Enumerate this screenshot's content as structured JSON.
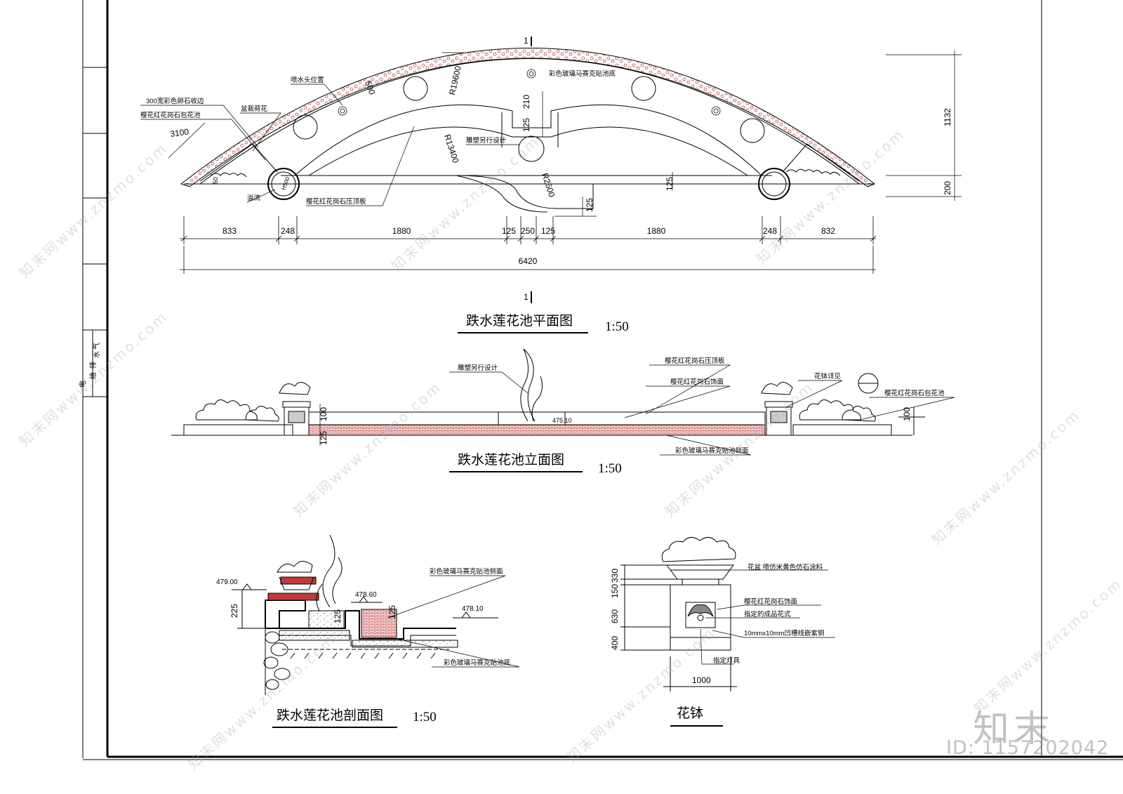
{
  "plan": {
    "title": "跌水莲花池平面图",
    "scale": "1:50",
    "section_mark": "1",
    "dims_row": [
      "833",
      "248",
      "1880",
      "125",
      "250",
      "125",
      "1880",
      "248",
      "832"
    ],
    "total": "6420",
    "height_total": "1132",
    "height_base": "200",
    "dim_125_right": "125",
    "dim_125_bottom": "125",
    "dim_210": "210",
    "dim_125_mid": "125",
    "dim_500": "500",
    "dim_3100": "3100",
    "dim_50": "50",
    "r1": "R19600",
    "r2": "R13400",
    "r3": "R2500",
    "pillar": "H500",
    "notes": {
      "pebble": "300宽彩色卵石收边",
      "granite_edge": "樱花红花岗石包花池",
      "nozzle": "喷水头位置",
      "flowers": "盆栽荷花",
      "mosaic_bottom": "彩色玻璃马赛克贴池底",
      "sculpture": "雕塑另行设计",
      "granite_cap": "樱花红花岗石压顶板",
      "drain": "溢流"
    }
  },
  "elevation": {
    "title": "跌水莲花池立面图",
    "scale": "1:50",
    "dim_100_left": "100",
    "dim_125_left": "125",
    "dim_100_right": "100",
    "level": "475.10",
    "notes": {
      "sculpture": "雕塑另行设计",
      "cap": "樱花红花岗石压顶板",
      "face": "樱花红花岗石饰面",
      "pot_ref": "花钵详见",
      "granite_wrap": "樱花红花岗石包花池",
      "mosaic_face": "彩色玻璃马赛克贴池侧面"
    }
  },
  "section": {
    "title": "跌水莲花池剖面图",
    "scale": "1:50",
    "level_1": "479.00",
    "level_2": "478.60",
    "level_3": "478.10",
    "dim_225": "225",
    "dim_125a": "125",
    "dim_125b": "125",
    "notes": {
      "mosaic_face": "彩色玻璃马赛克贴池侧面",
      "mosaic_bottom": "彩色玻璃马赛克贴池底"
    }
  },
  "pot": {
    "title": "花钵",
    "dims": [
      "330",
      "150",
      "630",
      "400"
    ],
    "width": "1000",
    "notes": {
      "pot": "花盆  喷仿米黄色仿石涂料",
      "face": "樱花红花岗石饰面",
      "pattern": "指定的成品花式",
      "groove": "10mmx10mm凹槽线嵌紫铜",
      "lamp": "指定灯具"
    }
  },
  "title_block": {
    "chars": [
      "电",
      "气",
      "给",
      "排",
      "水"
    ]
  },
  "watermark": {
    "text": "知末网www.znzmo.com",
    "logo": "知末",
    "id": "ID: 1157202042"
  },
  "colors": {
    "line": "#000000",
    "pebble": "#b5484a",
    "brick": "#c0393a",
    "watermark": "#a0a0a0"
  }
}
